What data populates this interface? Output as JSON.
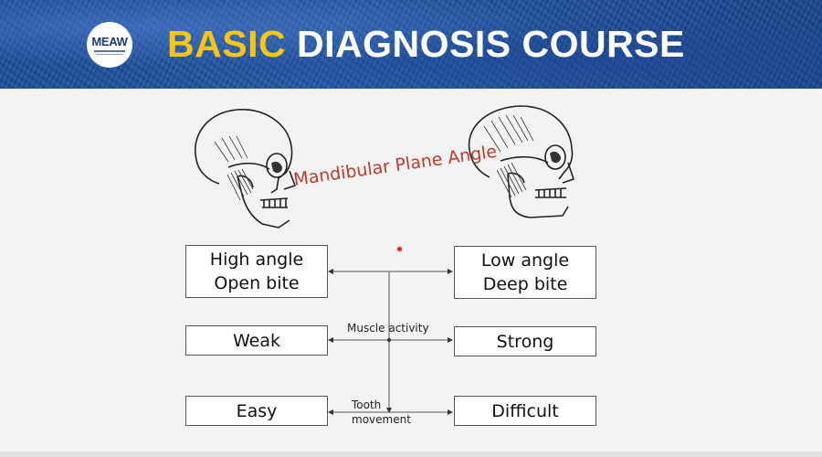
{
  "header": {
    "logo_text": "MEAW",
    "title_accent": "BASIC",
    "title_rest": "DIAGNOSIS COURSE",
    "accent_color": "#f5c518",
    "banner_color": "#1f4f9c"
  },
  "diagram": {
    "center_label": "Mandibular Plane Angle",
    "center_label_color": "#c0392b",
    "left_image": "skull-high-angle",
    "right_image": "skull-low-angle",
    "rows": [
      {
        "left": [
          "High angle",
          "Open bite"
        ],
        "right": [
          "Low angle",
          "Deep bite"
        ],
        "label": []
      },
      {
        "left": [
          "Weak"
        ],
        "right": [
          "Strong"
        ],
        "label": [
          "Muscle activity"
        ]
      },
      {
        "left": [
          "Easy"
        ],
        "right": [
          "Difficult"
        ],
        "label": [
          "Tooth",
          "movement"
        ]
      }
    ]
  },
  "pointer": {
    "color": "#d0342c"
  }
}
